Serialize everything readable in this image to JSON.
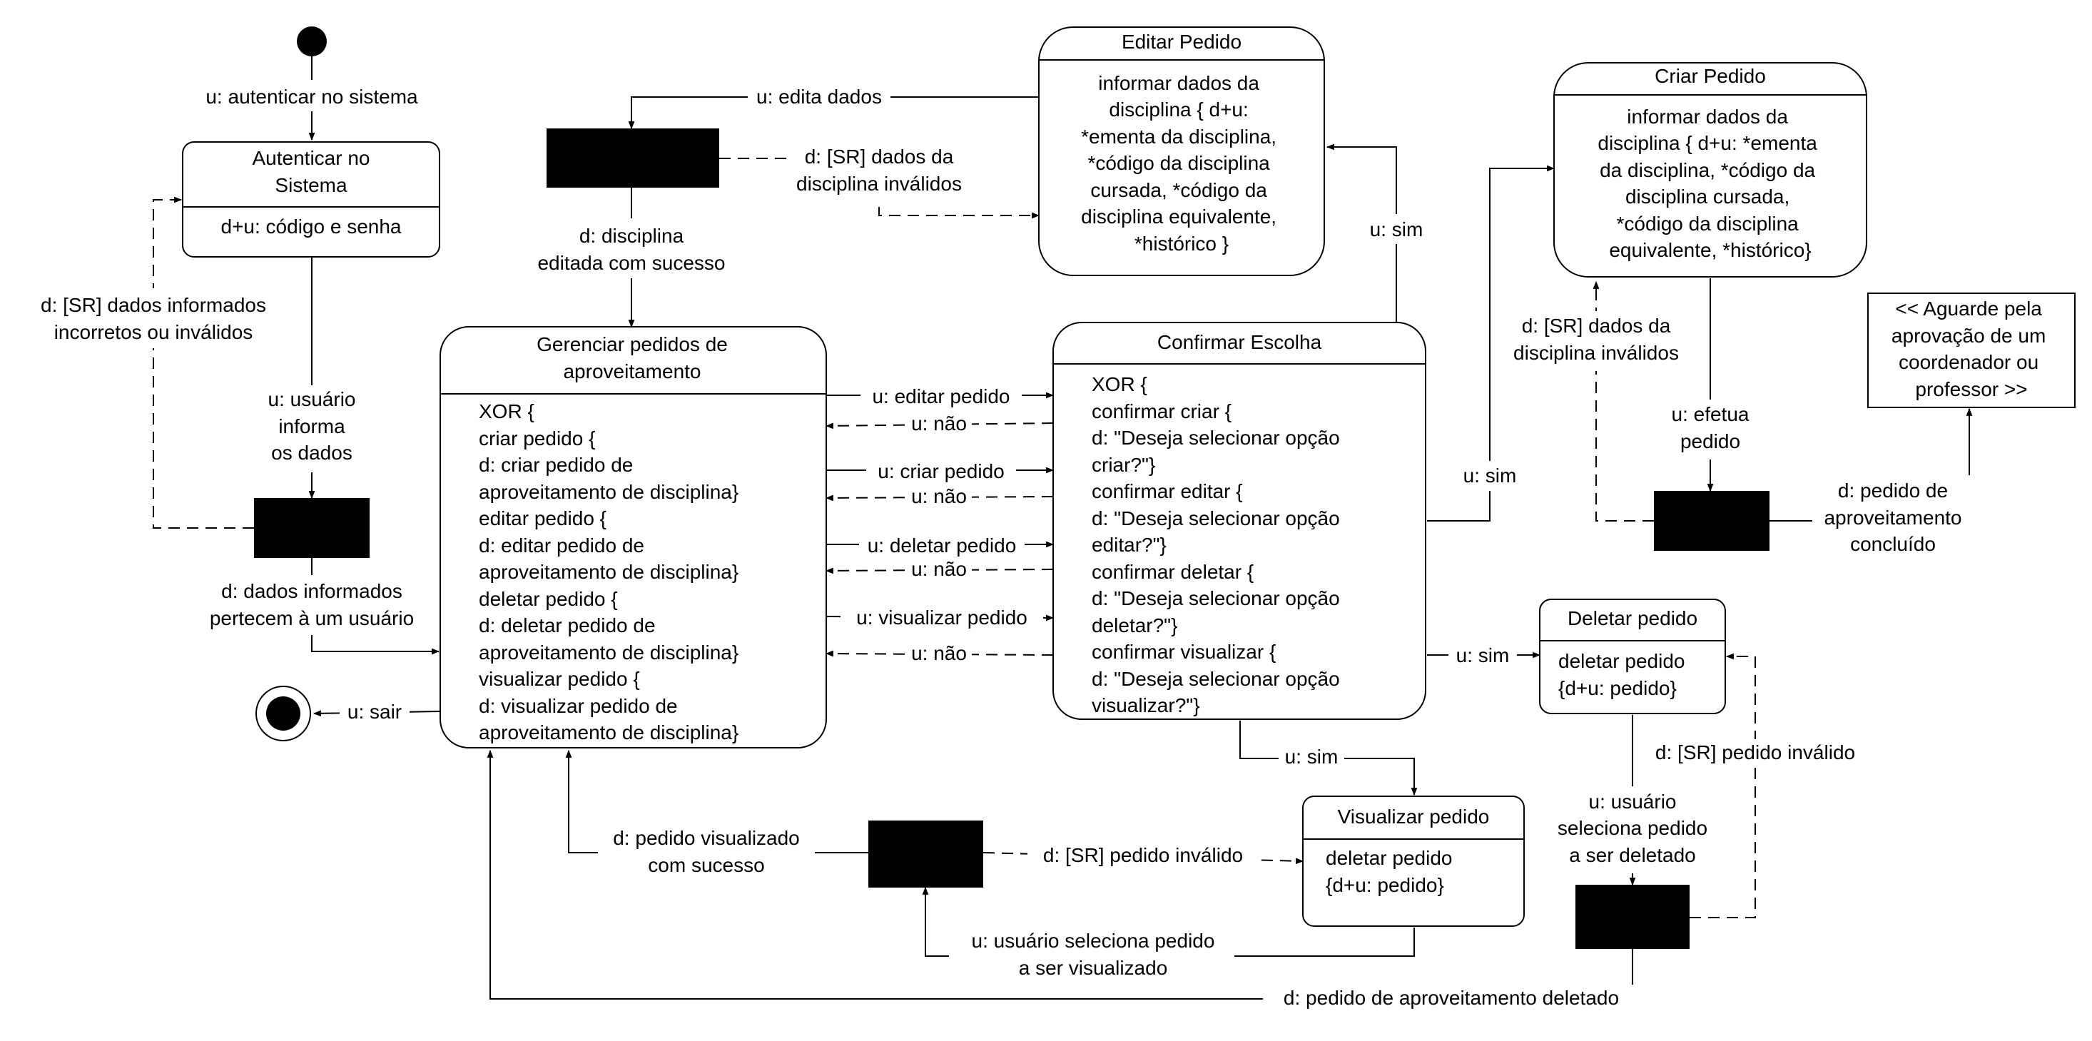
{
  "states": {
    "autenticar": {
      "title": [
        "Autenticar no",
        "Sistema"
      ],
      "body": [
        "d+u: código e senha"
      ]
    },
    "gerenciar": {
      "title": [
        "Gerenciar pedidos de",
        "aproveitamento"
      ],
      "body": [
        "XOR {",
        "criar pedido {",
        "d: criar pedido de",
        "aproveitamento de disciplina}",
        "editar pedido {",
        "d: editar pedido de",
        "aproveitamento de disciplina}",
        "deletar pedido {",
        "d: deletar pedido de",
        "aproveitamento de disciplina}",
        "visualizar pedido {",
        "d: visualizar pedido de",
        "aproveitamento de disciplina}"
      ]
    },
    "editar": {
      "title": [
        "Editar Pedido"
      ],
      "body": [
        "informar dados da",
        "disciplina { d+u:",
        "*ementa da disciplina,",
        "*código da disciplina",
        "cursada, *código da",
        "disciplina equivalente,",
        "*histórico }"
      ]
    },
    "confirmar": {
      "title": [
        "Confirmar Escolha"
      ],
      "body": [
        "XOR {",
        "confirmar criar {",
        "d: \"Deseja selecionar opção",
        "criar?\"}",
        "confirmar editar {",
        "d: \"Deseja selecionar opção",
        "editar?\"}",
        "confirmar deletar {",
        "d: \"Deseja selecionar opção",
        "deletar?\"}",
        "confirmar visualizar {",
        "d: \"Deseja selecionar opção",
        "visualizar?\"}"
      ]
    },
    "criar": {
      "title": [
        "Criar Pedido"
      ],
      "body": [
        "informar dados da",
        "disciplina { d+u: *ementa",
        "da disciplina, *código da",
        "disciplina cursada,",
        "*código da disciplina",
        "equivalente, *histórico}"
      ]
    },
    "deletar": {
      "title": [
        "Deletar pedido"
      ],
      "body": [
        "deletar pedido",
        "{d+u: pedido}"
      ]
    },
    "visualizar": {
      "title": [
        "Visualizar pedido"
      ],
      "body": [
        "deletar pedido",
        "{d+u: pedido}"
      ]
    }
  },
  "note": [
    "<< Aguarde pela",
    "aprovação de  um",
    "coordenador ou",
    "professor >>"
  ],
  "labels": {
    "autenticar_sistema": [
      "u: autenticar no sistema"
    ],
    "usuario_informa": [
      "u: usuário",
      "informa",
      "os dados"
    ],
    "sr_dados_incorretos": [
      "d: [SR] dados informados",
      "incorretos ou inválidos"
    ],
    "dados_pertecem": [
      "d: dados informados",
      "pertecem à um usuário"
    ],
    "sair": [
      "u: sair"
    ],
    "edita_dados": [
      "u: edita dados"
    ],
    "sr_disciplina_invalidos_editar": [
      "d: [SR] dados da",
      "disciplina inválidos"
    ],
    "disciplina_editada": [
      "d: disciplina",
      "editada com sucesso"
    ],
    "sim_editar": [
      "u: sim"
    ],
    "editar_pedido": [
      "u: editar pedido"
    ],
    "nao_1": [
      "u: não"
    ],
    "criar_pedido": [
      "u: criar pedido"
    ],
    "nao_2": [
      "u: não"
    ],
    "deletar_pedido": [
      "u: deletar pedido"
    ],
    "nao_3": [
      "u: não"
    ],
    "visualizar_pedido": [
      "u: visualizar pedido"
    ],
    "nao_4": [
      "u: não"
    ],
    "sim_criar": [
      "u: sim"
    ],
    "sr_disciplina_invalidos_criar": [
      "d: [SR] dados da",
      "disciplina inválidos"
    ],
    "efetua_pedido": [
      "u: efetua",
      "pedido"
    ],
    "pedido_concluido": [
      "d: pedido de",
      "aproveitamento",
      "concluído"
    ],
    "sim_deletar": [
      "u: sim"
    ],
    "sr_pedido_invalido_deletar": [
      "d: [SR] pedido inválido"
    ],
    "usuario_seleciona_deletar": [
      "u: usuário",
      "seleciona pedido",
      "a ser deletado"
    ],
    "sim_visualizar": [
      "u: sim"
    ],
    "pedido_visualizado": [
      "d: pedido visualizado",
      "com sucesso"
    ],
    "sr_pedido_invalido_visualizar": [
      "d: [SR] pedido inválido"
    ],
    "usuario_seleciona_visualizar": [
      "u: usuário seleciona pedido",
      "a ser visualizado"
    ],
    "pedido_deletado": [
      "d: pedido de aproveitamento deletado"
    ]
  },
  "colors": {
    "line": "#000000",
    "box_fill": "#ffffff",
    "block_fill": "#000000"
  }
}
